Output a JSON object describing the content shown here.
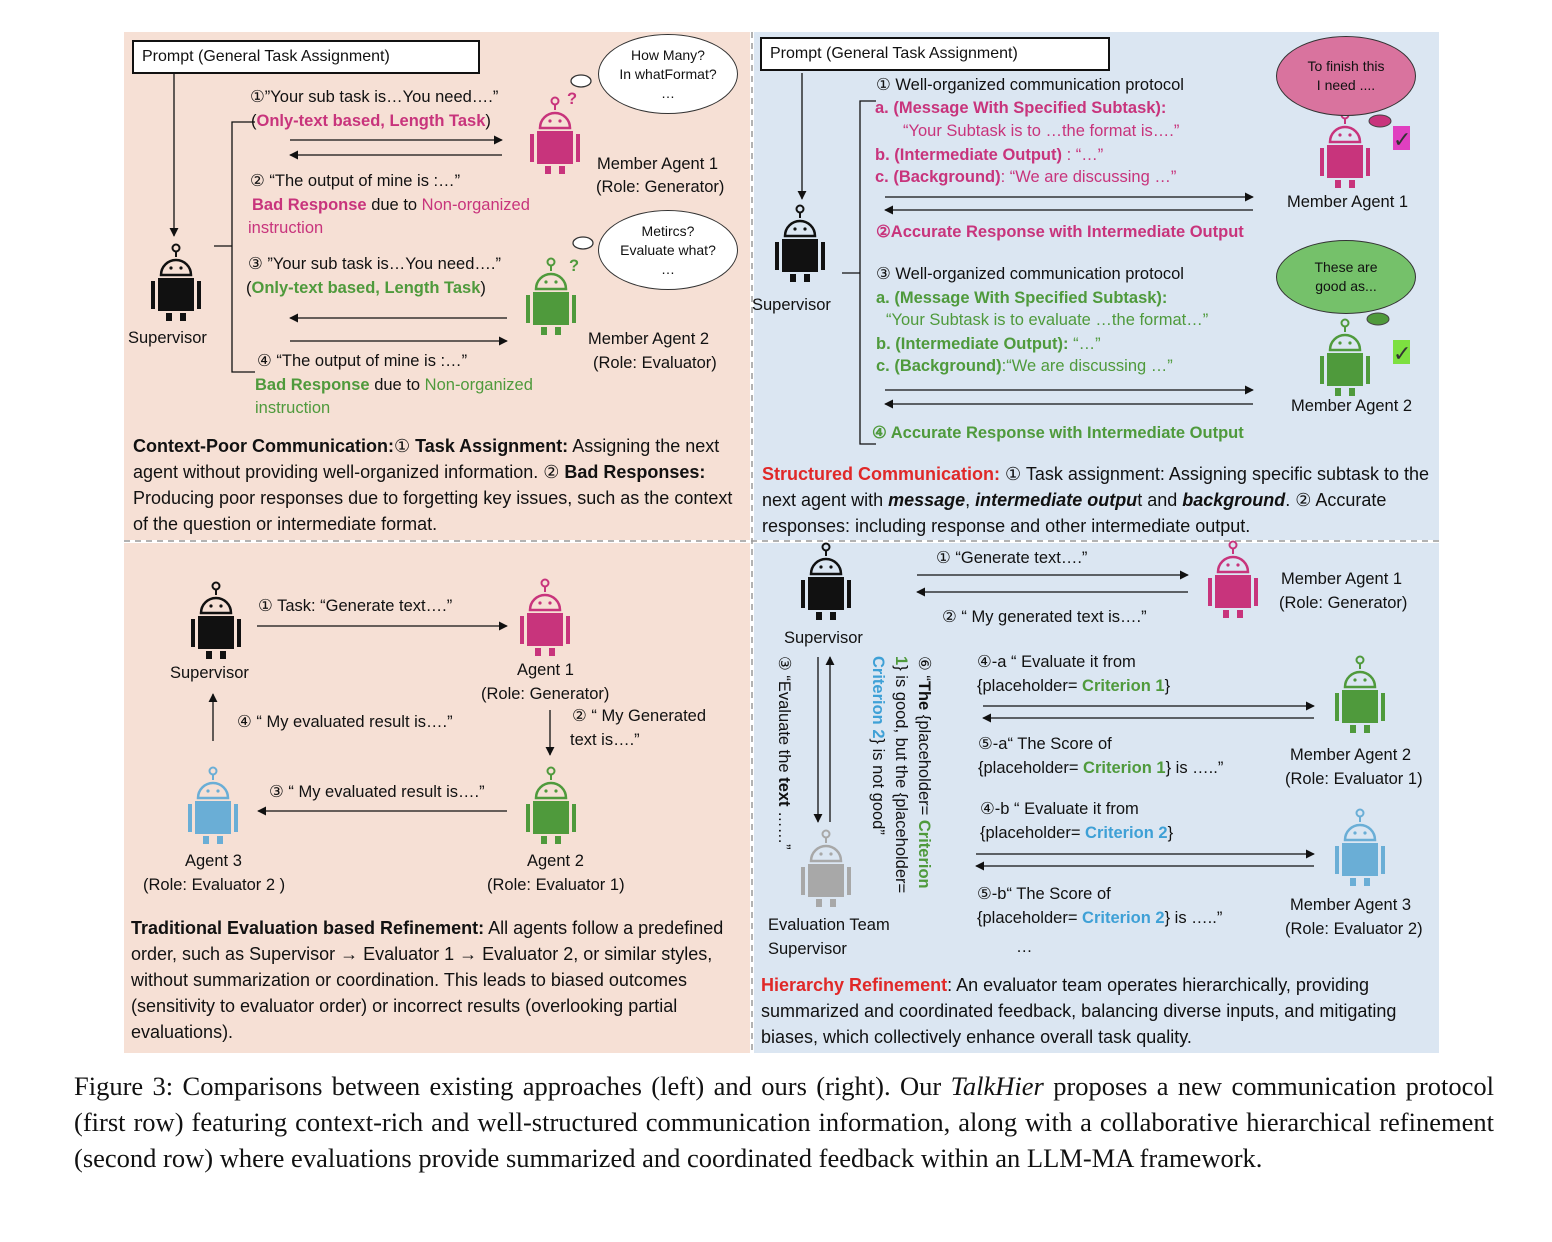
{
  "colors": {
    "pink_bg": "#f6e0d5",
    "blue_bg": "#dbe6f2",
    "magenta": "#c8347c",
    "green": "#4f9a3c",
    "blue": "#3ea0d6",
    "red": "#e02828",
    "grey": "#a8a8a8"
  },
  "icons": [
    "robot-icon",
    "check-icon"
  ],
  "tl": {
    "prompt": "Prompt (General Task Assignment)",
    "bubble1": [
      "How Many?",
      "In whatFormat?",
      "…"
    ],
    "bubble2": [
      "Metircs?",
      "Evaluate what?",
      "…"
    ],
    "q": "?",
    "s1": "①”Your sub task is…You need….”",
    "s1b_open": "(",
    "s1b": "Only-text based, Length Task",
    "s1b_close": ")",
    "s2": "② “The output of mine is :…”",
    "s2b_bad": "Bad Response",
    "s2b_due": " due to ",
    "s2b_non": "Non-organized",
    "s2c": "instruction",
    "s3": "③ ”Your sub task is…You need….”",
    "s3b_open": "(",
    "s3b": "Only-text based, Length Task",
    "s3b_close": ")",
    "s4": "④ “The output of mine is :…”",
    "s4b_bad": "Bad Response",
    "s4b_due": " due to ",
    "s4b_non": "Non-organized",
    "s4c": "instruction",
    "supervisor": "Supervisor",
    "agent1": "Member Agent 1",
    "agent1_role": "(Role: Generator)",
    "agent2": "Member Agent  2",
    "agent2_role": "(Role: Evaluator)",
    "sum_title": "Context-Poor Communication:",
    "sum_c1": "①",
    "sum_ta": " Task Assignment:",
    "sum_t1": " Assigning the next agent without providing well-organized information. ",
    "sum_c2": "②",
    "sum_br": " Bad Responses:",
    "sum_t2": " Producing poor responses due to forgetting key issues, such as the context of the question or intermediate format."
  },
  "tr": {
    "prompt": "Prompt (General Task Assignment)",
    "bubble1": [
      "To finish this",
      "I need ...."
    ],
    "bubble2": [
      "These are",
      "good as..."
    ],
    "p1": "① Well-organized communication protocol",
    "a1": "a.  (Message With Specified Subtask):",
    "a1q": "“Your Subtask is to …the format is….”",
    "b1": "b.  (Intermediate Output)",
    "b1q": " : “…”",
    "c1": "c.  (Background)",
    "c1q": ": “We are discussing …”",
    "r2": "②Accurate Response with Intermediate Output",
    "p3": "③ Well-organized communication protocol",
    "a3": "a. (Message With Specified Subtask):",
    "a3q": "“Your Subtask is to evaluate …the format…”",
    "b3": "b.  (Intermediate Output):",
    "b3q": " “…”",
    "c3": "c.  (Background)",
    "c3q": ":“We are discussing …”",
    "r4": "④ Accurate Response with Intermediate Output",
    "supervisor": "Supervisor",
    "agent1": "Member Agent 1",
    "agent2": "Member Agent 2",
    "sum_title": "Structured Communication:",
    "sum_t0": " ① Task assignment: Assigning specific subtask to the next agent with ",
    "sum_m": "message",
    "sum_comma": ", ",
    "sum_io": "intermediate outpu",
    "sum_t": "t and ",
    "sum_bg": "background",
    "sum_dot": ".",
    "sum_2": " ② Accurate responses: including response and other intermediate output."
  },
  "bl": {
    "e1": "① Task:  “Generate text….”",
    "e2a": "② “ My Generated",
    "e2b": "text is….”",
    "e3": "③ “ My evaluated result is….”",
    "e4": "④ “ My evaluated result is….”",
    "supervisor": "Supervisor",
    "agent1": "Agent 1",
    "agent1_role": "(Role: Generator)",
    "agent2": "Agent 2",
    "agent2_role": "(Role: Evaluator 1)",
    "agent3": "Agent 3",
    "agent3_role": "(Role: Evaluator 2 )",
    "sum_title": "Traditional Evaluation based Refinement:",
    "sum_t": " All agents follow a predefined order, such as Supervisor → Evaluator 1 → Evaluator 2, or similar styles, without summarization or coordination. This leads to biased outcomes (sensitivity to evaluator order) or incorrect results (overlooking partial evaluations)."
  },
  "br": {
    "m1": "① “Generate text….”",
    "m2": "② “ My generated text is….”",
    "supervisor": "Supervisor",
    "eval_sup1": "Evaluation Team",
    "eval_sup2": "Supervisor",
    "agent1": "Member Agent 1",
    "agent1_role": "(Role: Generator)",
    "agent2": "Member Agent 2",
    "agent2_role": "(Role: Evaluator 1)",
    "agent3": "Member Agent 3",
    "agent3_role": "(Role: Evaluator 2)",
    "v3_pre": "③ “Evaluate the ",
    "v3_b": "text",
    "v3_post": " ……”",
    "v6a_pre": "⑥ “",
    "v6a_b": "The",
    "v6a_mid": " {placeholder= ",
    "v6a_g": "Criterion",
    "v6b_pre": "1",
    "v6b_mid": "} is good, but the {placeholder=",
    "v6c_b": "Criterion 2",
    "v6c_post": "} is not good”",
    "m4a": "④-a “ Evaluate it from",
    "m4a2_pre": "{placeholder= ",
    "m4a2_c": "Criterion 1",
    "m4a2_post": "}",
    "m5a": "⑤-a“ The Score of",
    "m5a2_pre": "{placeholder= ",
    "m5a2_c": "Criterion 1",
    "m5a2_post": "} is …..”",
    "m4b": "④-b “ Evaluate it from",
    "m4b2_pre": "{placeholder= ",
    "m4b2_c": "Criterion 2",
    "m4b2_post": "}",
    "m5b": "⑤-b“ The Score of",
    "m5b2_pre": "{placeholder= ",
    "m5b2_c": "Criterion 2",
    "m5b2_post": "} is …..”",
    "dots": "…",
    "sum_title": "Hierarchy Refinement",
    "sum_t": ": An evaluator team operates hierarchically, providing summarized and coordinated feedback, balancing diverse inputs, and mitigating biases, which collectively enhance overall task quality."
  },
  "caption": {
    "pre": "Figure 3: Comparisons between existing approaches (left) and ours (right). Our ",
    "name": "TalkHier",
    "post": " proposes a new communication protocol (first row) featuring context-rich and well-structured communication information, along with a collaborative hierarchical refinement (second row) where evaluations provide summarized and coordinated feedback within an LLM-MA framework."
  }
}
